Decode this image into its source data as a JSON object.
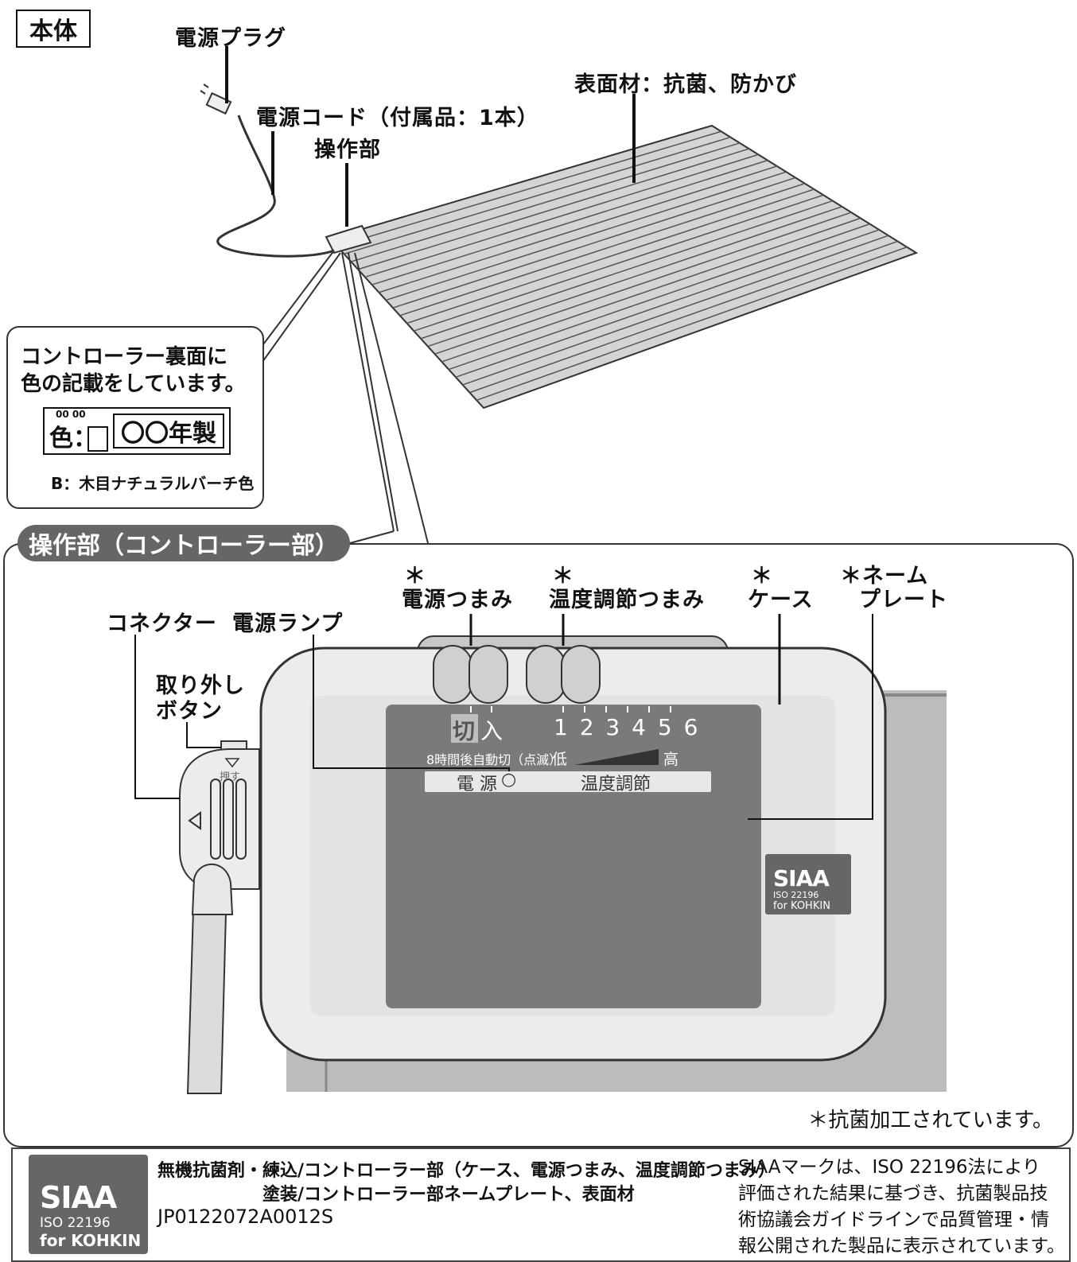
{
  "heading": "本体",
  "top_labels": {
    "plug": "電源プラグ",
    "cord": "電源コード（付属品：1本）",
    "controller": "操作部",
    "surface": "表面材：抗菌、防かび"
  },
  "callout": {
    "line1": "コントローラー裏面に",
    "line2": "色の記載をしています。",
    "marks": "00 00",
    "color_prefix": "色：",
    "year": "〇〇年製",
    "note": "B：木目ナチュラルバーチ色"
  },
  "section": {
    "title": "操作部（コントローラー部）",
    "labels": {
      "power_knob_star": "＊",
      "power_knob": "電源つまみ",
      "temp_knob_star": "＊",
      "temp_knob": "温度調節つまみ",
      "case_star": "＊",
      "case": "ケース",
      "name_plate_1": "＊ネーム",
      "name_plate_2": "プレート",
      "connector": "コネクター",
      "lamp": "電源ランプ",
      "release_1": "取り外し",
      "release_2": "ボタン"
    },
    "panel": {
      "off": "切",
      "on": "入",
      "scale": "1 2 3 4 5 6",
      "auto_off": "8時間後自動切（点滅）",
      "low": "低",
      "high": "高",
      "power": "電 源",
      "lamp_symbol": "○",
      "temp": "温度調節",
      "push": "押す"
    },
    "footnote": "＊抗菌加工されています。"
  },
  "siaa_small": {
    "mark": "SIAA",
    "iso": "ISO 22196",
    "kohkin": "for KOHKIN"
  },
  "bottom": {
    "logo": {
      "mark": "SIAA",
      "iso": "ISO 22196",
      "kohkin": "for KOHKIN"
    },
    "line1": "無機抗菌剤・練込/コントローラー部（ケース、電源つまみ、温度調節つまみ）",
    "line2": "塗装/コントローラー部ネームプレート、表面材",
    "code": "JP0122072A0012S",
    "right1": "SIAAマークは、ISO 22196法により",
    "right2": "評価された結果に基づき、抗菌製品技",
    "right3": "術協議会ガイドラインで品質管理・情",
    "right4": "報公開された製品に表示されています。"
  },
  "colors": {
    "panel": "#7a7a7a",
    "case": "#e9e9e9",
    "mat_line": "#555555"
  }
}
